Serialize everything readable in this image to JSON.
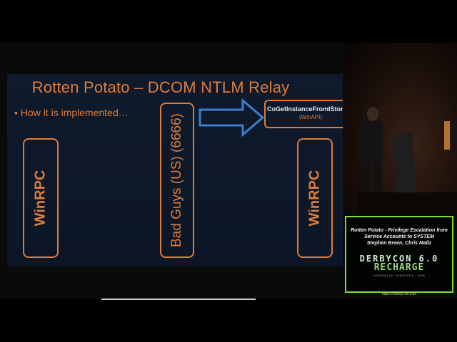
{
  "slide": {
    "title": "Rotten Potato – DCOM NTLM Relay",
    "bullet": "• How it is implemented…",
    "left_box": "WinRPC",
    "middle_box": "Bad Guys (US) (6666)",
    "right_box": "WinRPC",
    "call_box": {
      "function": "CoGetInstanceFromIStorage",
      "api": "(WinAPI)"
    }
  },
  "info": {
    "title": "Rotten Potato - Privilege Escalation from Service Accounts to SYSTEM",
    "authors": "Stephen Breen, Chris Mallz",
    "logo_main": "DERBYCON 6.0",
    "logo_sub": "RECHARGE",
    "logo_tagline": "LOUISVILLE, KENTUCKY · 2016",
    "url": "https://DerbyCon.com"
  },
  "colors": {
    "accent": "#e07b39",
    "arrow": "#3c7fd1",
    "frame": "#7ee02a"
  },
  "icons": [
    "right-arrow-icon"
  ]
}
